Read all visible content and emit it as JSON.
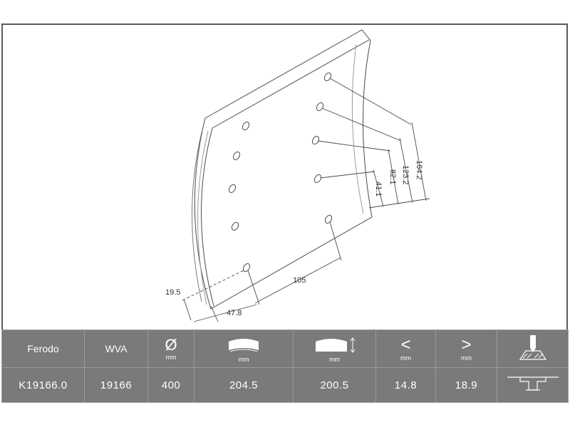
{
  "dimensions": {
    "d1": "164.2",
    "d2": "123.2",
    "d3": "82.1",
    "d4": "41.1",
    "d5": "105",
    "d6": "19.5",
    "d7": "47.8"
  },
  "table": {
    "headers": {
      "brand": "Ferodo",
      "wva": "WVA",
      "diameter_symbol": "Ø",
      "diameter_unit": "mm",
      "width_unit": "mm",
      "length_unit": "mm",
      "thick_min_symbol": "<",
      "thick_min_unit": "mm",
      "thick_max_symbol": ">",
      "thick_max_unit": "mm"
    },
    "values": {
      "part_number": "K19166.0",
      "wva": "19166",
      "diameter": "400",
      "width": "204.5",
      "length": "200.5",
      "thick_min": "14.8",
      "thick_max": "18.9"
    }
  },
  "icons": [
    "diameter-icon",
    "arc-width-icon",
    "arc-height-icon",
    "less-than-icon",
    "greater-than-icon",
    "rivet-drill-icon",
    "rivet-profile-icon"
  ],
  "colors": {
    "table_bg": "#7a7a7a",
    "line": "#4a4a4a",
    "border": "#5a5a5a"
  }
}
